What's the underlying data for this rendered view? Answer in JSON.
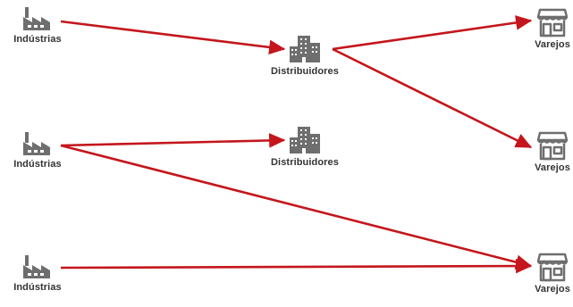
{
  "colors": {
    "edge": "#c4161c",
    "icon": "#6e6e6e",
    "label": "#333333"
  },
  "nodes": {
    "industry_1": {
      "label": "Indústrias",
      "icon": "factory-icon"
    },
    "industry_2": {
      "label": "Indústrias",
      "icon": "factory-icon"
    },
    "industry_3": {
      "label": "Indústrias",
      "icon": "factory-icon"
    },
    "distributor_1": {
      "label": "Distribuidores",
      "icon": "buildings-icon"
    },
    "distributor_2": {
      "label": "Distribuidores",
      "icon": "buildings-icon"
    },
    "retail_1": {
      "label": "Varejos",
      "icon": "storefront-icon"
    },
    "retail_2": {
      "label": "Varejos",
      "icon": "storefront-icon"
    },
    "retail_3": {
      "label": "Varejos",
      "icon": "storefront-icon"
    }
  },
  "edges": [
    {
      "from": "industry_1",
      "to": "distributor_1"
    },
    {
      "from": "distributor_1",
      "to": "retail_1"
    },
    {
      "from": "distributor_1",
      "to": "retail_2"
    },
    {
      "from": "industry_2",
      "to": "distributor_2"
    },
    {
      "from": "industry_2",
      "to": "retail_3"
    },
    {
      "from": "industry_3",
      "to": "retail_3"
    }
  ]
}
